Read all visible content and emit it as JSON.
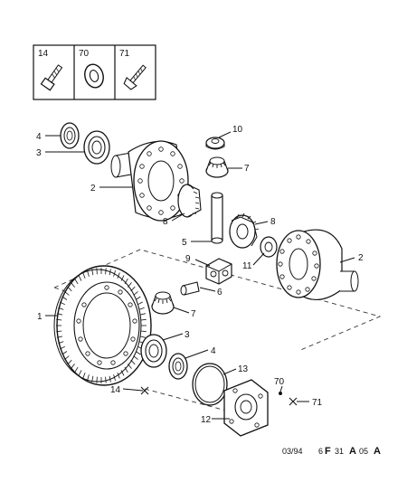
{
  "legend_box": {
    "cells": [
      {
        "number": "14",
        "icon": "bolt-icon"
      },
      {
        "number": "70",
        "icon": "washer-icon"
      },
      {
        "number": "71",
        "icon": "screw-icon"
      }
    ]
  },
  "callouts": {
    "c4_top": "4",
    "c3_top": "3",
    "c2_left": "2",
    "c10": "10",
    "c7_top": "7",
    "c8_left": "8",
    "c8_right": "8",
    "c5": "5",
    "c9": "9",
    "c11": "11",
    "c2_right": "2",
    "c6": "6",
    "c1": "1",
    "c7_bottom": "7",
    "c3_bottom": "3",
    "c4_bottom": "4",
    "c13": "13",
    "c14": "14",
    "c12": "12",
    "c70": "70",
    "c71": "71"
  },
  "footer": {
    "date": "03/94",
    "code_a": "6",
    "code_b": "F",
    "code_c": "31",
    "code_d": "A",
    "code_e": "05",
    "code_f": "A"
  }
}
